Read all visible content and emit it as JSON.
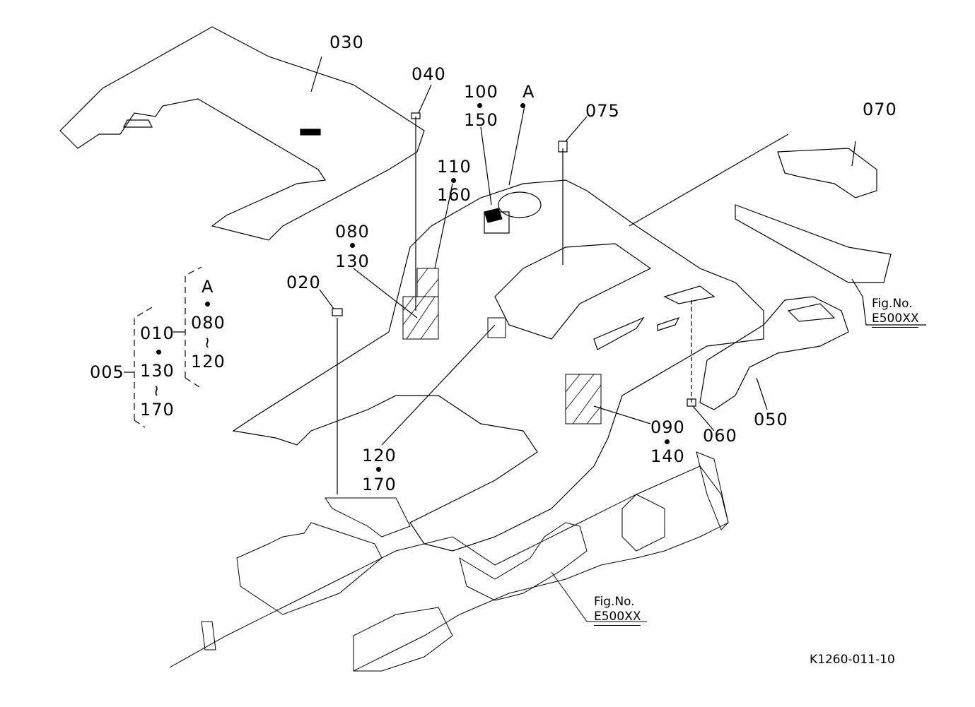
{
  "diagram": {
    "part_labels": {
      "p005": "005",
      "p010": "010",
      "p020": "020",
      "p030": "030",
      "p040": "040",
      "p050": "050",
      "p060": "060",
      "p070": "070",
      "p075": "075",
      "p080": "080",
      "p090": "090",
      "p100": "100",
      "p110": "110",
      "p120": "120",
      "p130": "130",
      "p140": "140",
      "p150": "150",
      "p160": "160",
      "p170": "170",
      "A": "A"
    },
    "group_left": {
      "outer_id": "005",
      "inner_id": "010",
      "inner_range_start": "130",
      "inner_range_end": "170",
      "sub_ref": "A",
      "sub_range_start": "080",
      "sub_range_end": "120",
      "range_symbol": "≀"
    },
    "fig_refs": [
      {
        "line1": "Fig.No.",
        "line2": "E500XX"
      },
      {
        "line1": "Fig.No.",
        "line2": "E500XX"
      }
    ],
    "drawing_code": "K1260-011-10"
  }
}
